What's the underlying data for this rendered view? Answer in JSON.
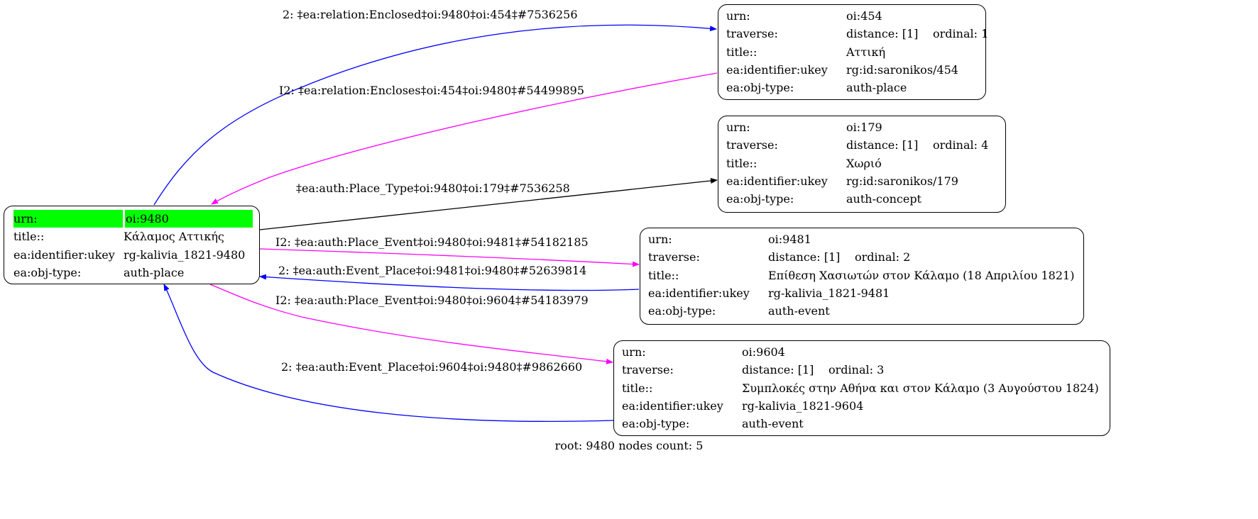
{
  "root_node": {
    "urn_key": "urn:",
    "urn": "oi:9480",
    "title_key": "title::",
    "title": "Κάλαμος Αττικής",
    "ukey_key": "ea:identifier:ukey",
    "ukey": "rg-kalivia_1821-9480",
    "type_key": "ea:obj-type:",
    "type": "auth-place",
    "highlight_color": "#00ff00"
  },
  "nodes": [
    {
      "urn_key": "urn:",
      "urn": "oi:454",
      "traverse_key": "traverse:",
      "distance": "distance: [1]",
      "ordinal": "ordinal: 1",
      "title_key": "title::",
      "title": "Αττική",
      "ukey_key": "ea:identifier:ukey",
      "ukey": "rg:id:saronikos/454",
      "type_key": "ea:obj-type:",
      "type": "auth-place"
    },
    {
      "urn_key": "urn:",
      "urn": "oi:179",
      "traverse_key": "traverse:",
      "distance": "distance: [1]",
      "ordinal": "ordinal: 4",
      "title_key": "title::",
      "title": "Χωριό",
      "ukey_key": "ea:identifier:ukey",
      "ukey": "rg:id:saronikos/179",
      "type_key": "ea:obj-type:",
      "type": "auth-concept"
    },
    {
      "urn_key": "urn:",
      "urn": "oi:9481",
      "traverse_key": "traverse:",
      "distance": "distance: [1]",
      "ordinal": "ordinal: 2",
      "title_key": "title::",
      "title": "Επίθεση Χασιωτών στον Κάλαμο (18 Απριλίου 1821)",
      "ukey_key": "ea:identifier:ukey",
      "ukey": "rg-kalivia_1821-9481",
      "type_key": "ea:obj-type:",
      "type": "auth-event"
    },
    {
      "urn_key": "urn:",
      "urn": "oi:9604",
      "traverse_key": "traverse:",
      "distance": "distance: [1]",
      "ordinal": "ordinal: 3",
      "title_key": "title::",
      "title": "Συμπλοκές στην Αθήνα και στον Κάλαμο (3 Αυγούστου 1824)",
      "ukey_key": "ea:identifier:ukey",
      "ukey": "rg-kalivia_1821-9604",
      "type_key": "ea:obj-type:",
      "type": "auth-event"
    }
  ],
  "edges": [
    {
      "label": "2: ‡ea:relation:Enclosed‡oi:9480‡oi:454‡#7536256",
      "color": "#0000ff"
    },
    {
      "label": "I2: ‡ea:relation:Encloses‡oi:454‡oi:9480‡#54499895",
      "color": "#ff00ff"
    },
    {
      "label": "‡ea:auth:Place_Type‡oi:9480‡oi:179‡#7536258",
      "color": "#000000"
    },
    {
      "label": "I2: ‡ea:auth:Place_Event‡oi:9480‡oi:9481‡#54182185",
      "color": "#ff00ff"
    },
    {
      "label": "2: ‡ea:auth:Event_Place‡oi:9481‡oi:9480‡#52639814",
      "color": "#0000ff"
    },
    {
      "label": "I2: ‡ea:auth:Place_Event‡oi:9480‡oi:9604‡#54183979",
      "color": "#ff00ff"
    },
    {
      "label": "2: ‡ea:auth:Event_Place‡oi:9604‡oi:9480‡#9862660",
      "color": "#0000ff"
    }
  ],
  "footer": "root: 9480 nodes count: 5"
}
